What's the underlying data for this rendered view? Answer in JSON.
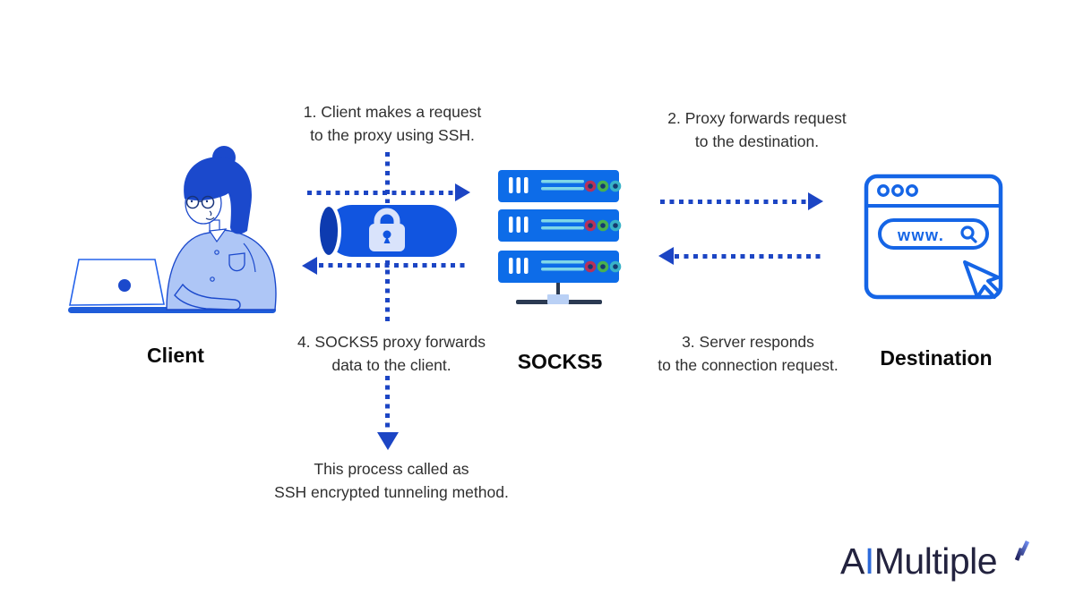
{
  "annotations": {
    "step1_line1": "1. Client makes a request",
    "step1_line2": "to the proxy using SSH.",
    "step2_line1": "2. Proxy forwards request",
    "step2_line2": "to the destination.",
    "step3_line1": "3. Server responds",
    "step3_line2": "to the connection request.",
    "step4_line1": "4. SOCKS5 proxy forwards",
    "step4_line2": "data to the client.",
    "note_line1": "This process called as",
    "note_line2": "SSH encrypted tunneling method."
  },
  "labels": {
    "client": "Client",
    "proxy": "SOCKS5",
    "destination": "Destination"
  },
  "browser": {
    "address_text": "www."
  },
  "logo": {
    "part_a": "A",
    "part_i": "I",
    "part_rest": "Multiple"
  },
  "colors": {
    "arrow_blue": "#1c45c4",
    "tunnel_blue": "#1155e0",
    "server_blue": "#0d6ce8",
    "browser_outline": "#1565e6",
    "shirt_light_blue": "#aec6f6",
    "hair_blue": "#1b49cc",
    "lock_light": "#d9e3fb",
    "text_dark": "#2f2f2f",
    "logo_navy": "#23233f",
    "logo_blue": "#2e6bdb"
  }
}
